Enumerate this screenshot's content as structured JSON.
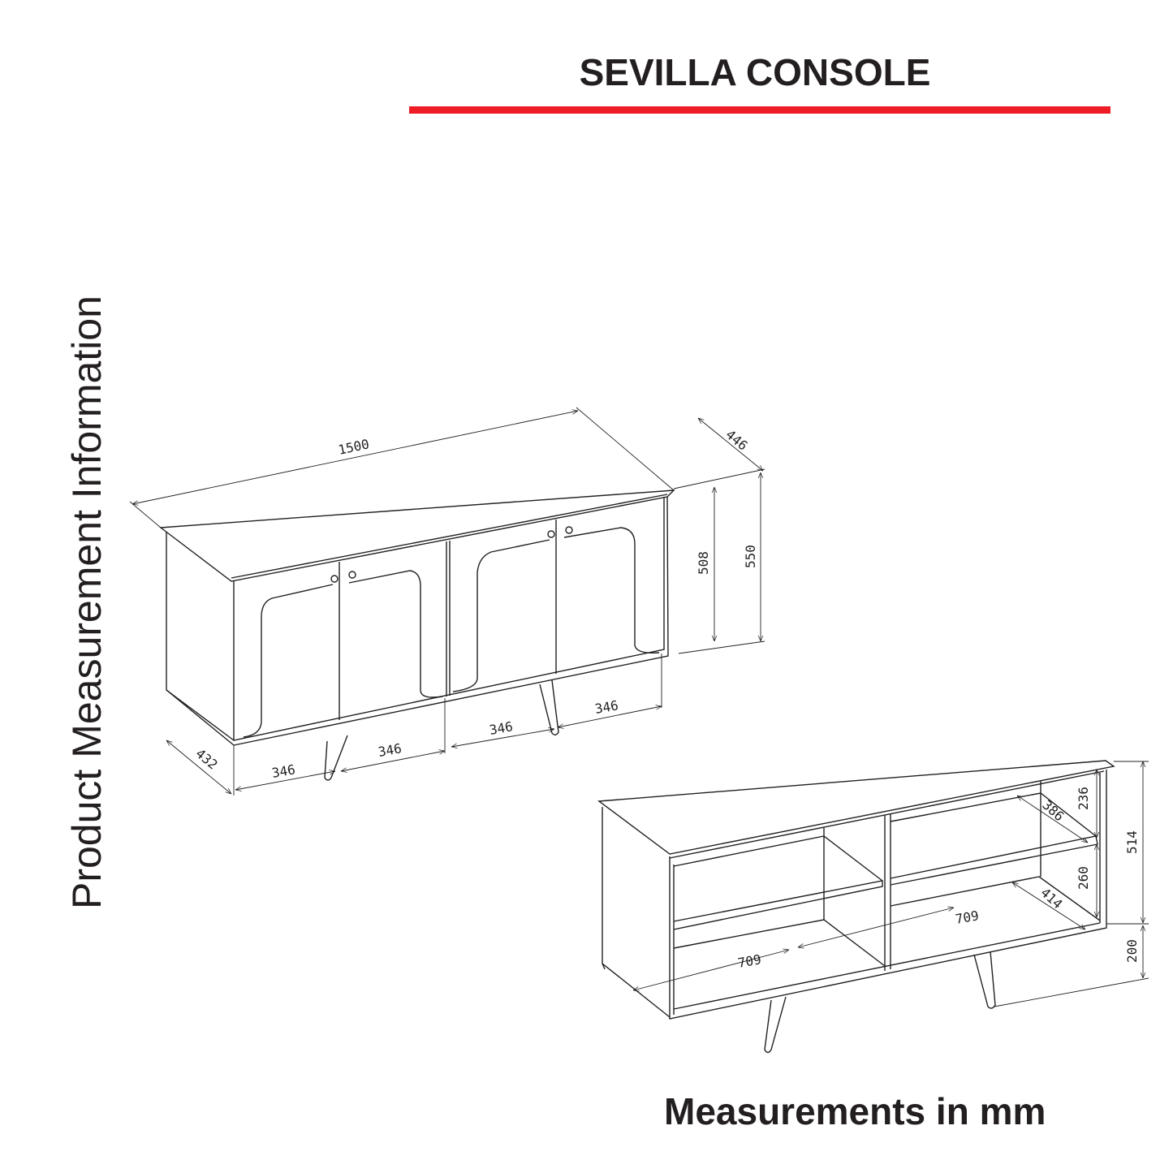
{
  "title": "SEVILLA CONSOLE",
  "side_label": "Product Measurement Information",
  "units_note": "Measurements in mm",
  "colors": {
    "accent_bar": "#ee1c25",
    "text": "#231f20"
  },
  "front_view_dimensions": {
    "width": "1500",
    "depth_top": "446",
    "depth_side": "432",
    "body_height": "508",
    "total_height": "550",
    "door_width_1": "346",
    "door_width_2": "346",
    "door_width_3": "346",
    "door_width_4": "346"
  },
  "open_view_dimensions": {
    "upper_compartment_height": "236",
    "lower_compartment_height": "260",
    "upper_shelf_depth": "386",
    "lower_shelf_depth": "414",
    "inner_width_left": "709",
    "inner_width_right": "709",
    "body_height": "514",
    "leg_height": "200"
  }
}
